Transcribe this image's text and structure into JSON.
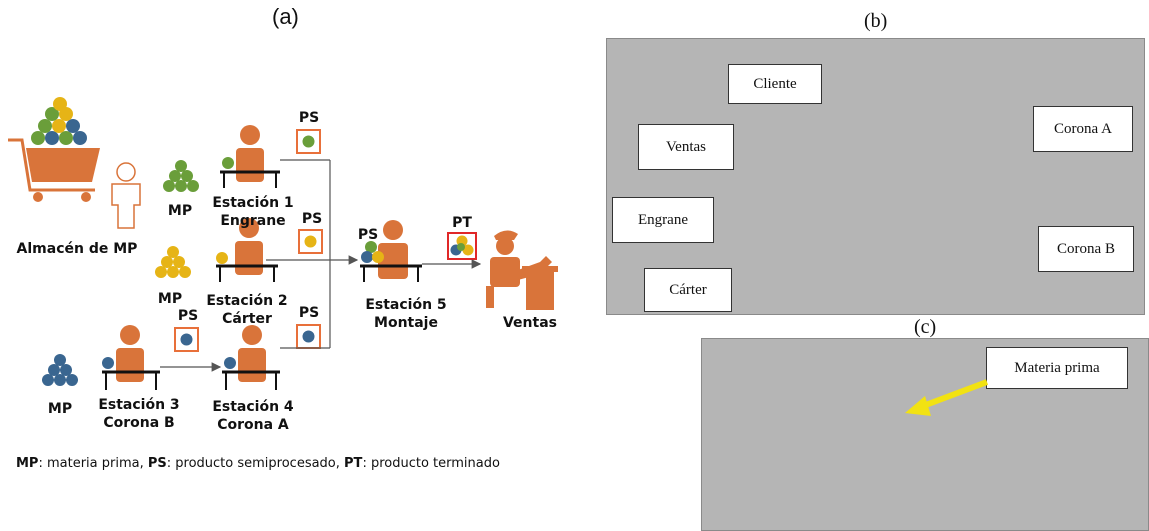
{
  "panels": {
    "a": "(a)",
    "b": "(b)",
    "c": "(c)"
  },
  "diagram": {
    "warehouse": "Almacén de MP",
    "mp": "MP",
    "ps": "PS",
    "pt": "PT",
    "station1": {
      "line1": "Estación 1",
      "line2": "Engrane"
    },
    "station2": {
      "line1": "Estación 2",
      "line2": "Cárter"
    },
    "station3": {
      "line1": "Estación 3",
      "line2": "Corona B"
    },
    "station4": {
      "line1": "Estación 4",
      "line2": "Corona A"
    },
    "station5": {
      "line1": "Estación 5",
      "line2": "Montaje"
    },
    "sales": "Ventas"
  },
  "legend": {
    "mp_key": "MP",
    "mp_desc": ": materia prima, ",
    "ps_key": "PS",
    "ps_desc": ": producto semiprocesado, ",
    "pt_key": "PT",
    "pt_desc": ": producto terminado"
  },
  "photo_b": {
    "labels": {
      "cliente": "Cliente",
      "ventas": "Ventas",
      "engrane": "Engrane",
      "carter": "Cárter",
      "corona_a": "Corona A",
      "corona_b": "Corona B"
    }
  },
  "photo_c": {
    "labels": {
      "materia_prima": "Materia prima"
    }
  },
  "colors": {
    "orange": "#d9743a",
    "green": "#6a9e3a",
    "yellow": "#e6b416",
    "blue": "#3a6690",
    "ps_box": "#e8703a",
    "pt_box": "#e02828"
  }
}
